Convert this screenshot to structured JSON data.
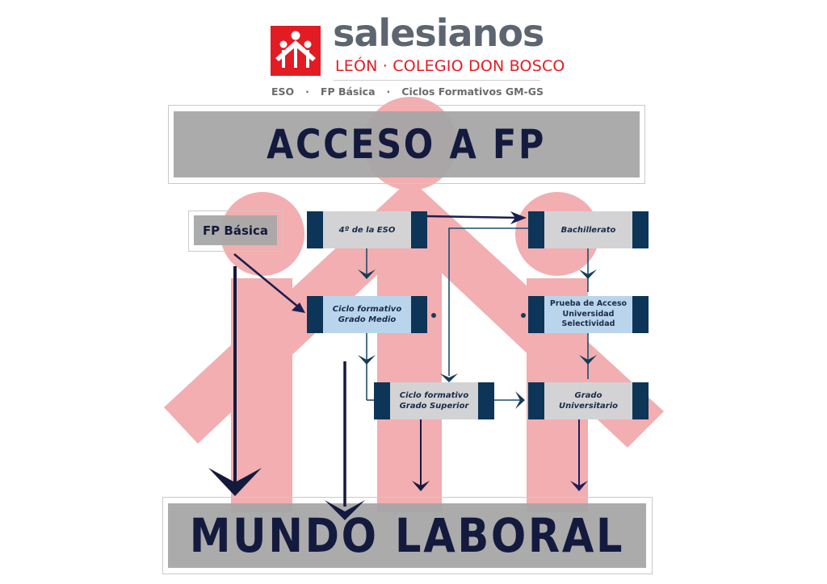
{
  "logo": {
    "wordmark": "salesianos",
    "subtitle": "LEÓN · COLEGIO DON BOSCO",
    "tagline": [
      "ESO",
      "FP Básica",
      "Ciclos Formativos GM-GS"
    ],
    "brand_color": "#e31b23",
    "icon": "salesianos-people-icon"
  },
  "title_top": "ACCESO A FP",
  "title_bottom": "MUNDO LABORAL",
  "fp_basica": "FP Básica",
  "nodes": {
    "eso": "4º de la ESO",
    "bachillerato": "Bachillerato",
    "grado_medio": "Ciclo formativo\nGrado Medio",
    "prueba_acceso": "Prueba de Acceso\nUniversidad\nSelectividad",
    "grado_superior": "Ciclo formativo\nGrado Superior",
    "grado_universitario": "Grado\nUniversitario"
  },
  "colors": {
    "box_border": "#0c3558",
    "box_grey": "#d3d3d5",
    "box_blue": "#b9d5ec",
    "title_text": "#141a3e",
    "watermark": "#f2aeb0"
  }
}
